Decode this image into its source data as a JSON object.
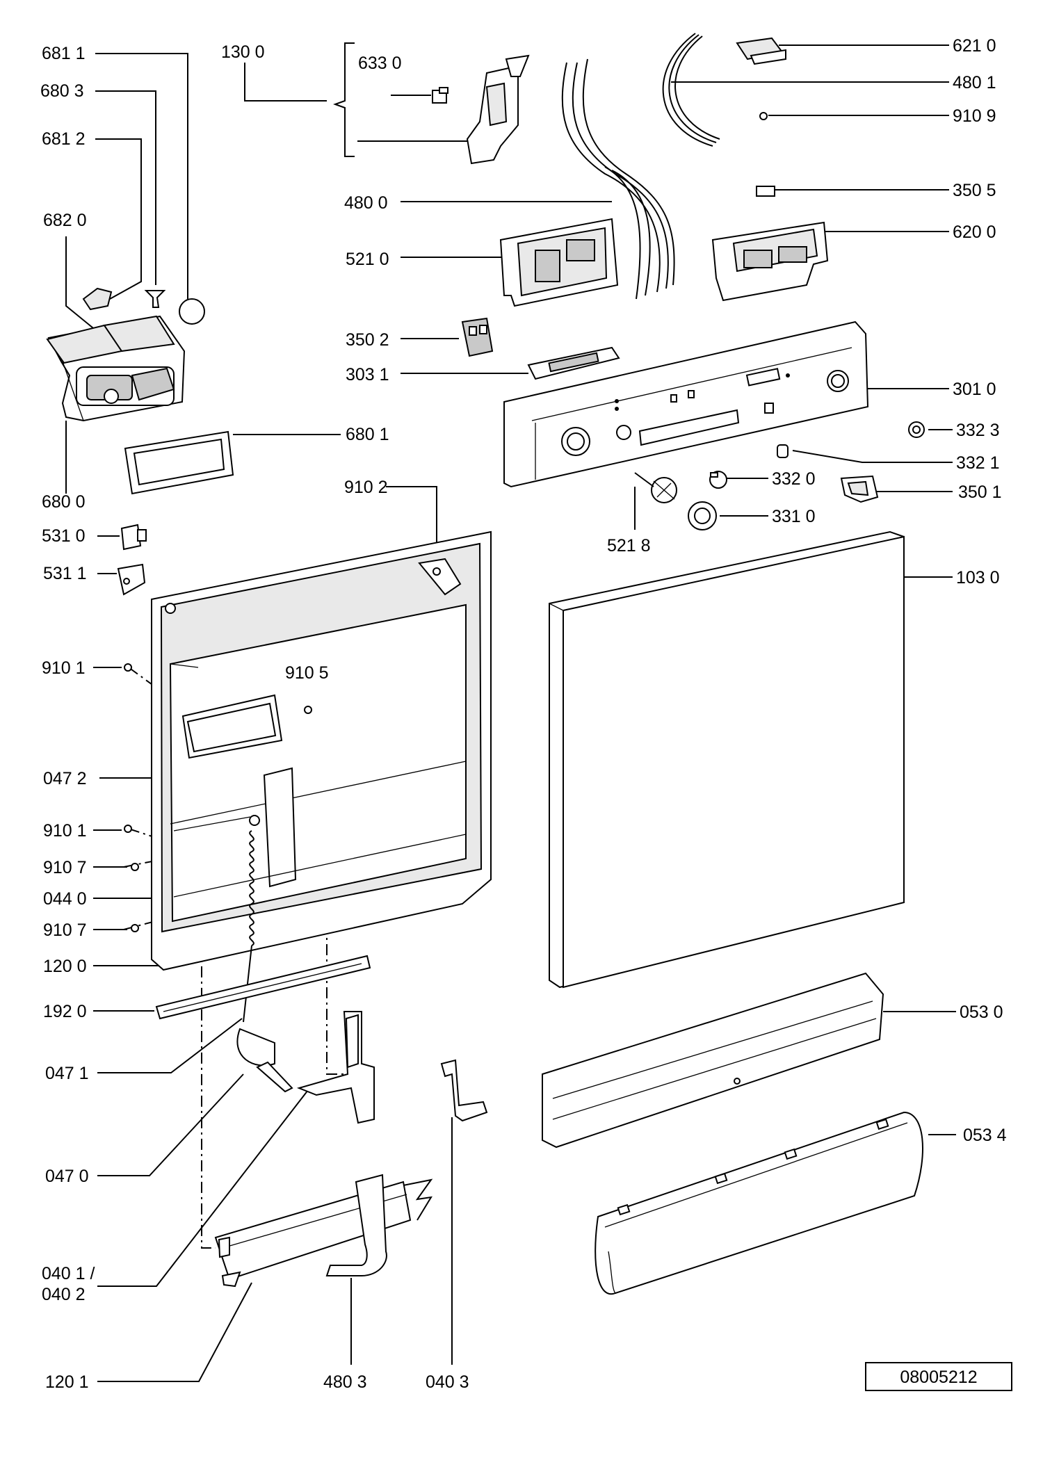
{
  "diagram_ref": "08005212",
  "part_labels": {
    "p681_1": "681 1",
    "p680_3": "680 3",
    "p681_2": "681 2",
    "p682_0": "682 0",
    "p680_0": "680 0",
    "p680_1": "680 1",
    "p531_0": "531 0",
    "p531_1": "531 1",
    "p130_0": "130 0",
    "p633_0": "633 0",
    "p480_0": "480 0",
    "p521_0": "521 0",
    "p350_2": "350 2",
    "p303_1": "303 1",
    "p621_0": "621 0",
    "p480_1": "480 1",
    "p910_9": "910 9",
    "p350_5": "350 5",
    "p620_0": "620 0",
    "p301_0": "301 0",
    "p332_3": "332 3",
    "p332_1": "332 1",
    "p332_0": "332 0",
    "p350_1": "350 1",
    "p331_0": "331 0",
    "p521_8": "521 8",
    "p910_2": "910 2",
    "p103_0": "103 0",
    "p910_1a": "910 1",
    "p910_5": "910 5",
    "p047_2": "047 2",
    "p910_1b": "910 1",
    "p910_7a": "910 7",
    "p044_0": "044 0",
    "p910_7b": "910 7",
    "p120_0": "120 0",
    "p192_0": "192 0",
    "p053_0": "053 0",
    "p047_1": "047 1",
    "p053_4": "053 4",
    "p047_0": "047 0",
    "p040_1": "040 1 /",
    "p040_2": "040 2",
    "p120_1": "120 1",
    "p480_3": "480 3",
    "p040_3": "040 3"
  }
}
